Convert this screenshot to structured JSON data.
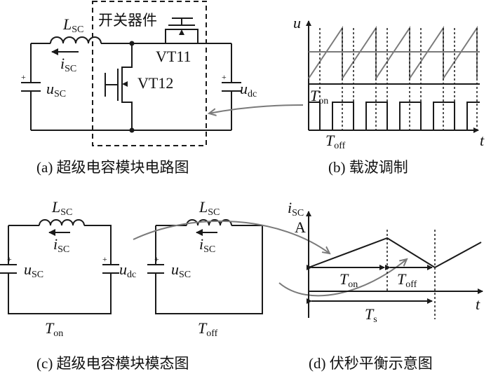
{
  "panel_a": {
    "inductor_label": "L",
    "inductor_sub": "SC",
    "current_label": "i",
    "current_sub": "SC",
    "cap_left_label": "u",
    "cap_left_sub": "SC",
    "cap_right_label": "u",
    "cap_right_sub": "dc",
    "switch_box_label": "开关器件",
    "vt11": "VT11",
    "vt12": "VT12",
    "caption": "(a)  超级电容模块电路图"
  },
  "panel_b": {
    "y_axis": "u",
    "x_axis": "t",
    "ton": "T",
    "ton_sub": "on",
    "toff": "T",
    "toff_sub": "off",
    "caption": "(b)  载波调制"
  },
  "panel_c": {
    "left_inductor": "L",
    "left_inductor_sub": "SC",
    "left_current": "i",
    "left_current_sub": "SC",
    "left_cap1": "u",
    "left_cap1_sub": "SC",
    "left_cap2": "u",
    "left_cap2_sub": "dc",
    "left_mode": "T",
    "left_mode_sub": "on",
    "right_inductor": "L",
    "right_inductor_sub": "SC",
    "right_current": "i",
    "right_current_sub": "SC",
    "right_cap": "u",
    "right_cap_sub": "SC",
    "right_mode": "T",
    "right_mode_sub": "off",
    "caption": "(c)  超级电容模块模态图"
  },
  "panel_d": {
    "y_axis": "i",
    "y_axis_sub": "SC",
    "y_unit": "A",
    "x_axis": "t",
    "ton": "T",
    "ton_sub": "on",
    "toff": "T",
    "toff_sub": "off",
    "ts": "T",
    "ts_sub": "s",
    "caption": "(d)  伏秒平衡示意图"
  },
  "colors": {
    "line": "#1a1a1a",
    "arrow_gray": "#7a7a7a"
  }
}
